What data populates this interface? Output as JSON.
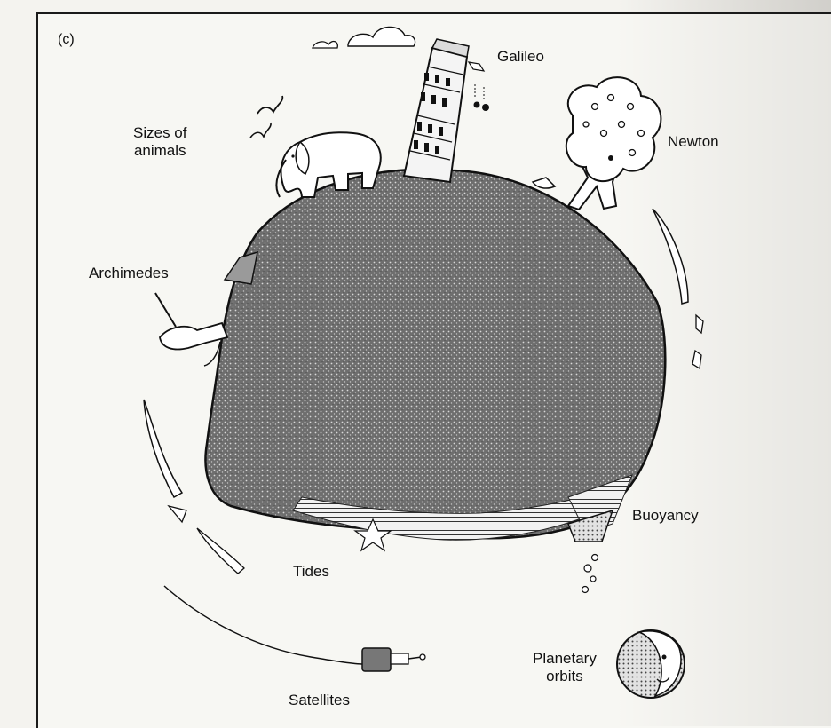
{
  "figure": {
    "panel_label": "(c)",
    "labels": {
      "galileo": "Galileo",
      "newton": "Newton",
      "sizes_of_animals": "Sizes of\nanimals",
      "archimedes": "Archimedes",
      "buoyancy": "Buoyancy",
      "tides": "Tides",
      "satellites": "Satellites",
      "planetary_orbits": "Planetary\norbits"
    }
  }
}
